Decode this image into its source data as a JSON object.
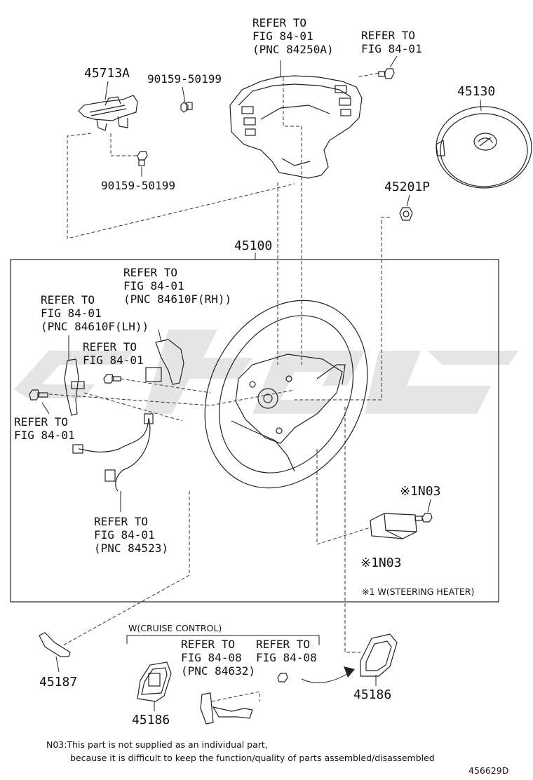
{
  "labels": {
    "top_ref_a": [
      "REFER TO",
      "FIG 84-01",
      "(PNC 84250A)"
    ],
    "top_ref_b": [
      "REFER TO",
      "FIG 84-01"
    ],
    "p45713a": "45713A",
    "p9015950199_a": "90159-50199",
    "p9015950199_b": "90159-50199",
    "p45130": "45130",
    "p45201p": "45201P",
    "p45100": "45100",
    "ref_rh": [
      "REFER TO",
      "FIG 84-01",
      "(PNC 84610F(RH))"
    ],
    "ref_lh": [
      "REFER TO",
      "FIG 84-01",
      "(PNC 84610F(LH))"
    ],
    "ref_mid": [
      "REFER TO",
      "FIG 84-01"
    ],
    "ref_left": [
      "REFER TO",
      "FIG 84-01"
    ],
    "ref_84523": [
      "REFER TO",
      "FIG 84-01",
      "(PNC 84523)"
    ],
    "n03_a": "※1N03",
    "n03_b": "※1N03",
    "steering_heater_note": "※1 W(STEERING HEATER)",
    "cruise_control": "W(CRUISE CONTROL)",
    "ref_84632": [
      "REFER TO",
      "FIG 84-08",
      "(PNC 84632)"
    ],
    "ref_8408": [
      "REFER TO",
      "FIG 84-08"
    ],
    "p45187": "45187",
    "p45186_a": "45186",
    "p45186_b": "45186",
    "footnote_1": "N03:This part is not supplied as an individual part,",
    "footnote_2": "because it is difficult to keep the function/quality of parts assembled/disassembled",
    "diagram_id": "456629D"
  }
}
